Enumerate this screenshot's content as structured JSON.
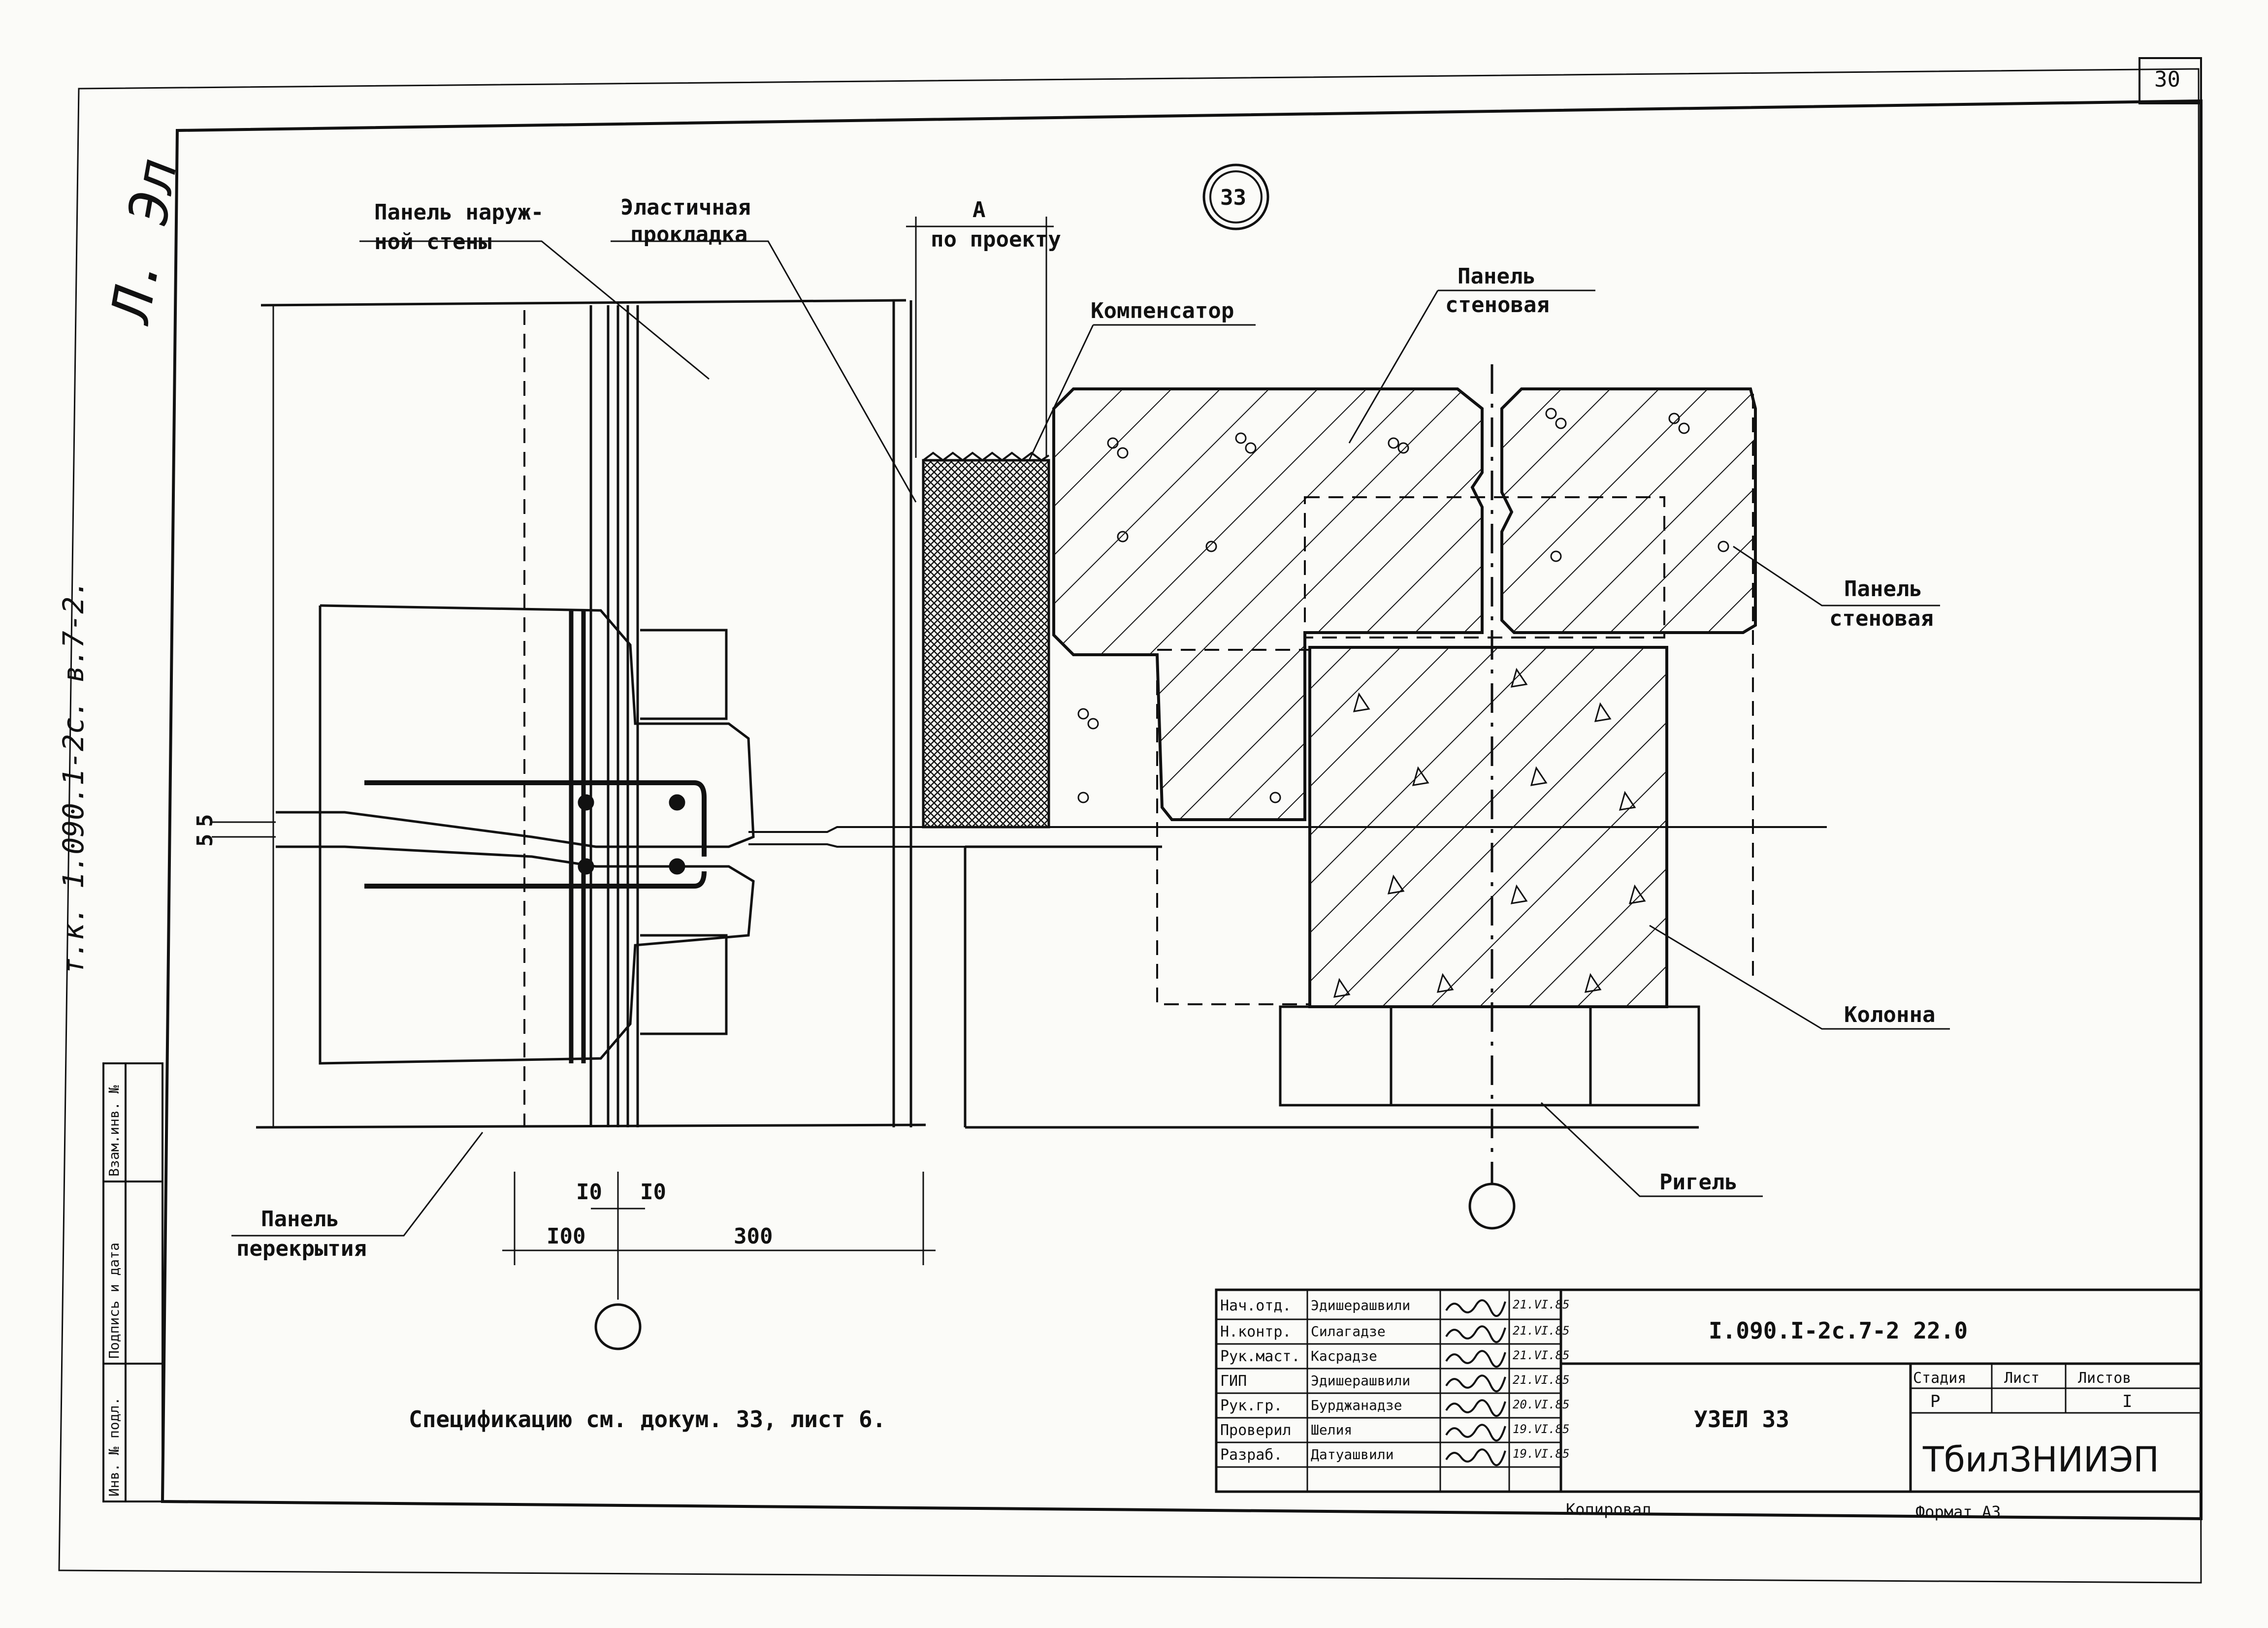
{
  "sheet_number": "30",
  "node_number": "33",
  "side_code": "т.к. 1.090.1-2с. в.7-2.",
  "side_signature": "Л. Эл",
  "labels": {
    "outer_wall_panel": [
      "Панель наруж-",
      "ной стены"
    ],
    "elastic_gasket": [
      "Эластичная",
      "прокладка"
    ],
    "dim_a": [
      "A",
      "по проекту"
    ],
    "compensator": "Компенсатор",
    "wall_panel_top": [
      "Панель",
      "стеновая"
    ],
    "wall_panel_right": [
      "Панель",
      "стеновая"
    ],
    "column": "Колонна",
    "crossbar": "Ригель",
    "floor_panel": [
      "Панель",
      "перекрытия"
    ]
  },
  "dimensions": {
    "gap_5": "5",
    "gap_5b": "5",
    "d10_left": "I0",
    "d10_right": "I0",
    "d100": "I00",
    "d300": "300"
  },
  "spec_note": "Спецификацию см. докум. 33, лист 6.",
  "left_strip": {
    "col1": "Взам.инв. №",
    "col2": "Подпись и дата",
    "col3": "Инв. № подл."
  },
  "title_block": {
    "signers": [
      {
        "role": "Нач.отд.",
        "name": "Эдишерашвили",
        "date": "21.VI.85"
      },
      {
        "role": "Н.контр.",
        "name": "Силагадзе",
        "date": "21.VI.85"
      },
      {
        "role": "Рук.маст.",
        "name": "Касрадзе",
        "date": "21.VI.85"
      },
      {
        "role": "ГИП",
        "name": "Эдишерашвили",
        "date": "21.VI.85"
      },
      {
        "role": "Рук.гр.",
        "name": "Бурджанадзе",
        "date": "20.VI.85"
      },
      {
        "role": "Проверил",
        "name": "Шелия",
        "date": "19.VI.85"
      },
      {
        "role": "Разраб.",
        "name": "Датуашвили",
        "date": "19.VI.85"
      }
    ],
    "doc_code": "I.090.I-2с.7-2 22.0",
    "title": "УЗЕЛ 33",
    "stage_label": "Стадия",
    "sheet_label": "Лист",
    "sheets_label": "Листов",
    "stage": "Р",
    "sheets": "I",
    "organization": "ТбилЗНИИЭП"
  },
  "footer": {
    "copied": "Копировал",
    "format": "Формат А3"
  }
}
